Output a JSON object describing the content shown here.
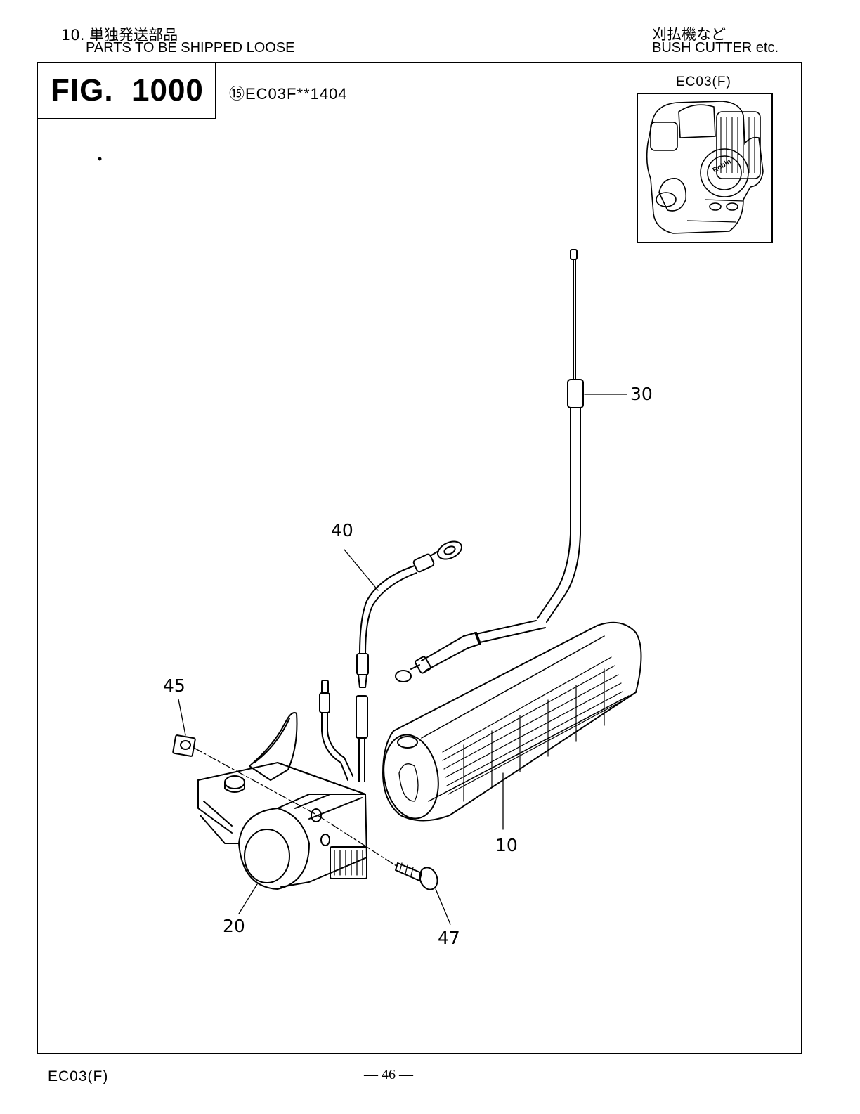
{
  "header": {
    "section_jp": "10. 単独発送部品",
    "section_en": "PARTS TO BE SHIPPED LOOSE",
    "category_jp": "刈払機など",
    "category_en": "BUSH CUTTER etc."
  },
  "figure": {
    "label": "FIG.  1000",
    "model_code": "⑮EC03F**1404",
    "thumbnail_label": "EC03(F)",
    "thumbnail_brand": "Robin"
  },
  "callouts": [
    "30",
    "40",
    "45",
    "10",
    "20",
    "47"
  ],
  "footer": {
    "model": "EC03(F)",
    "page": "— 46 —"
  }
}
